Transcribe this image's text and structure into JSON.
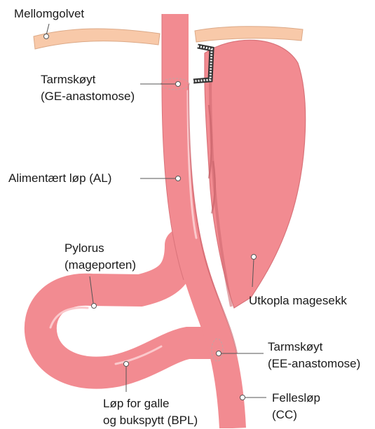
{
  "colors": {
    "organ": "#f28b91",
    "organ_edge": "#d9737a",
    "highlight": "#fbc9cc",
    "diaphragm": "#f8c9a9",
    "diaphragm_edge": "#dca987",
    "leader": "#555555",
    "text": "#1a1a1a"
  },
  "labels": {
    "diaphragm": "Mellomgolvet",
    "ge_anastomosis": [
      "Tarmskøyt",
      "(GE-anastomose)"
    ],
    "alimentary_limb": "Alimentært løp (AL)",
    "pylorus": [
      "Pylorus",
      "(mageporten)"
    ],
    "remnant_stomach": "Utkopla magesekk",
    "ee_anastomosis": [
      "Tarmskøyt",
      "(EE-anastomose)"
    ],
    "biliopancreatic_limb": [
      "Løp for galle",
      "og bukspytt (BPL)"
    ],
    "common_channel": [
      "Fellesløp",
      "(CC)"
    ]
  }
}
